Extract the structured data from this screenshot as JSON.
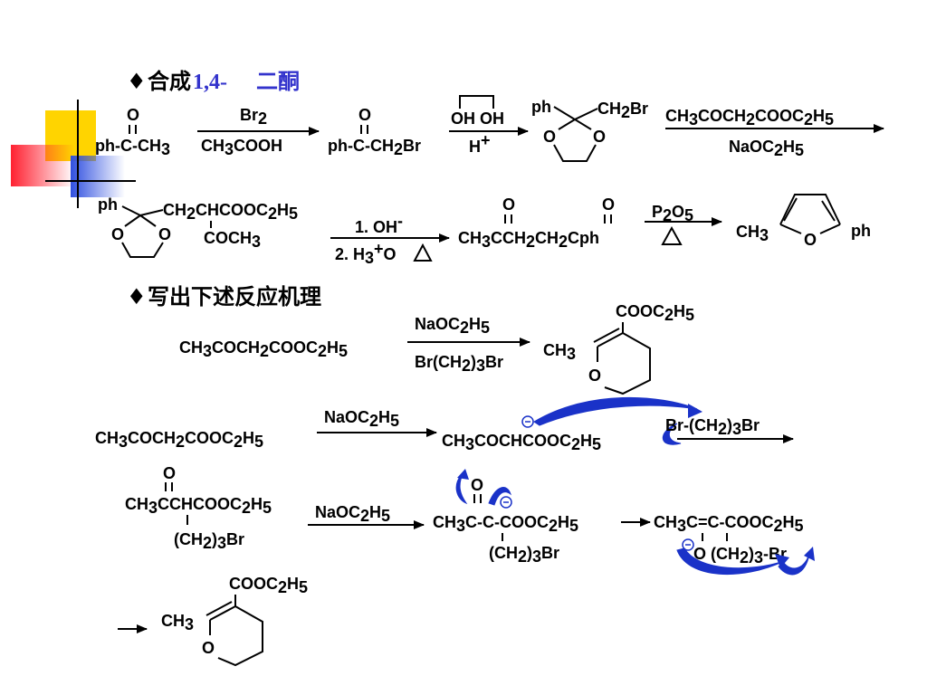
{
  "colors": {
    "accent_blue": "#1a32c8",
    "title_blue": "#3333cc",
    "deco_yellow": "#ffd400",
    "deco_red": "#ff2030",
    "deco_blue": "#3050e0"
  },
  "section1": {
    "bullet": "♦",
    "title_cn": "合成",
    "title_num": "1,4-",
    "title_cn2": "二酮"
  },
  "section2": {
    "bullet": "♦",
    "title_cn": "写出下述反应机理"
  },
  "row1": {
    "ketone_o": "O",
    "ketone": "ph-C-CH3",
    "r1_top": "Br2",
    "r1_bottom": "CH3COOH",
    "bromo_o": "O",
    "bromo": "ph-C-CH2Br",
    "diol": "OH OH",
    "acid": "H+",
    "acetal_ph": "ph",
    "acetal_ch2br": "CH2Br",
    "acetal_o": "O",
    "r3_top": "CH3COCH2COOC2H5",
    "r3_bottom": "NaOC2H5"
  },
  "row2": {
    "ph": "ph",
    "chain": "CH2CHCOOC2H5",
    "branch": "COCH3",
    "o": "O",
    "step1": "1. OH-",
    "step2": "2. H3+O",
    "diketone_o": "O",
    "diketone": "CH3CCH2CH2Cph",
    "p2o5": "P2O5",
    "furan_ch3": "CH3",
    "furan_ph": "ph",
    "furan_o": "O"
  },
  "row3": {
    "reactant": "CH3COCH2COOC2H5",
    "r_top": "NaOC2H5",
    "r_bottom": "Br(CH2)3Br",
    "product_ester": "COOC2H5",
    "product_ch3": "CH3",
    "product_o": "O"
  },
  "row4": {
    "reactant": "CH3COCH2COOC2H5",
    "reagent": "NaOC2H5",
    "anion": "CH3COCHCOOC2H5",
    "charge": "⊖",
    "dibromide": "Br-(CH2)3Br"
  },
  "row5": {
    "o": "O",
    "alkyl": "CH3CCHCOOC2H5",
    "chain": "(CH2)3Br",
    "reagent": "NaOC2H5",
    "enolate": "CH3C-C-COOC2H5",
    "enolate_chain": "(CH2)3Br",
    "enol": "CH3C=C-COOC2H5",
    "ring_chain": "O (CH2)3-Br"
  },
  "row6": {
    "product_ester": "COOC2H5",
    "product_ch3": "CH3",
    "product_o": "O"
  }
}
